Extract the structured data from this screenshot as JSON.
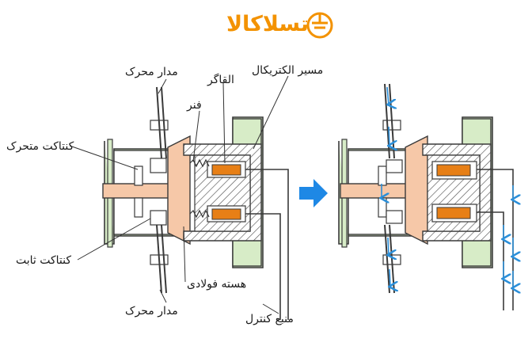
{
  "brand": {
    "name": "تسلاکالا",
    "color": "#f39200",
    "icon": "earth-ground-circle-icon"
  },
  "labels": {
    "moving_circuit_top": "مدار محرک",
    "moving_contact": "کنتاکت متحرک",
    "fixed_contact": "کنتاکت ثابت",
    "moving_circuit_bottom": "مدار محرک",
    "spring": "فنر",
    "inductor": "القاگر",
    "electrical_path": "مسیر الکتریکال",
    "steel_core": "هسته فولادی",
    "control_source": "منبع کنترل"
  },
  "colors": {
    "housing_fill": "#d7ecc7",
    "housing_stroke": "#3a3a3a",
    "core_fill": "#f6c8a8",
    "coil_fill": "#e77f16",
    "flow_arrow": "#2b8fd9",
    "transition_arrow": "#1e88e5"
  }
}
